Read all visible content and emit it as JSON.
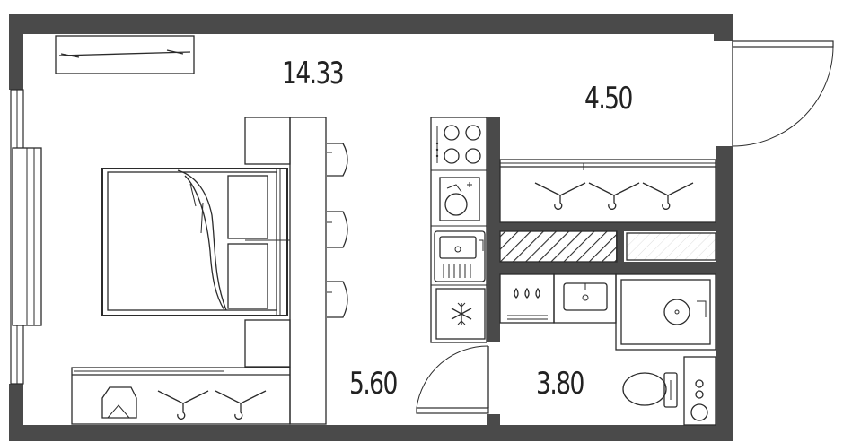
{
  "rooms": {
    "main_room": {
      "area": "14.33"
    },
    "balcony_storage": {
      "area": "4.50"
    },
    "hallway": {
      "area": "5.60"
    },
    "bathroom": {
      "area": "3.80"
    }
  },
  "colors": {
    "wall": "#4a4a4a",
    "line": "#2b2b2b",
    "background": "#ffffff"
  }
}
